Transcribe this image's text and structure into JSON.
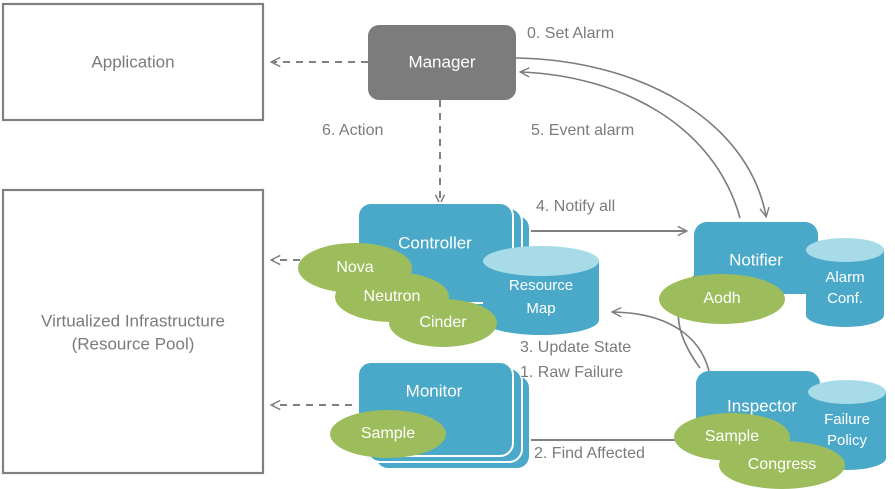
{
  "diagram": {
    "title": "OpenStack Doctor fault management architecture flow",
    "colors": {
      "teal": "#4aa9c9",
      "teal_light": "#a7dbe8",
      "green": "#9dbd5c",
      "gray": "#7c7c7c",
      "line": "#808080",
      "text_gray": "#7b7b7b",
      "white": "#ffffff"
    },
    "boxes": {
      "application": {
        "label": "Application"
      },
      "infrastructure": {
        "line1": "Virtualized  Infrastructure",
        "line2": "(Resource Pool)"
      },
      "manager": {
        "label": "Manager"
      },
      "controller": {
        "label": "Controller"
      },
      "monitor": {
        "label": "Monitor"
      },
      "notifier": {
        "label": "Notifier"
      },
      "inspector": {
        "label": "Inspector"
      }
    },
    "datastores": {
      "resource_map": {
        "line1": "Resource",
        "line2": "Map"
      },
      "alarm_conf": {
        "line1": "Alarm",
        "line2": "Conf."
      },
      "failure_policy": {
        "line1": "Failure",
        "line2": "Policy"
      }
    },
    "project_tags": {
      "nova": "Nova",
      "neutron": "Neutron",
      "cinder": "Cinder",
      "sample_monitor": "Sample",
      "aodh": "Aodh",
      "sample_inspector": "Sample",
      "congress": "Congress"
    },
    "flows": [
      {
        "id": "step0",
        "label": "0. Set Alarm"
      },
      {
        "id": "step1",
        "label": "1. Raw Failure"
      },
      {
        "id": "step2",
        "label": "2. Find Affected"
      },
      {
        "id": "step3",
        "label": "3. Update State"
      },
      {
        "id": "step4",
        "label": "4. Notify all"
      },
      {
        "id": "step5",
        "label": "5. Event alarm"
      },
      {
        "id": "step6",
        "label": "6. Action"
      }
    ]
  }
}
